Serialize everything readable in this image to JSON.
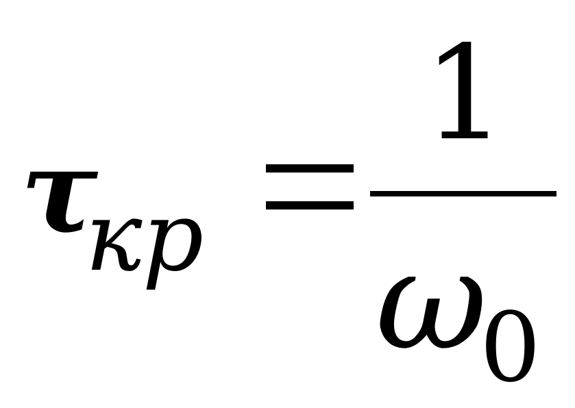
{
  "formula": {
    "lhs_symbol": "τ",
    "lhs_subscript": "кр",
    "equals_sign": "=",
    "numerator": "1",
    "denominator_symbol": "ω",
    "denominator_subscript": "0"
  }
}
